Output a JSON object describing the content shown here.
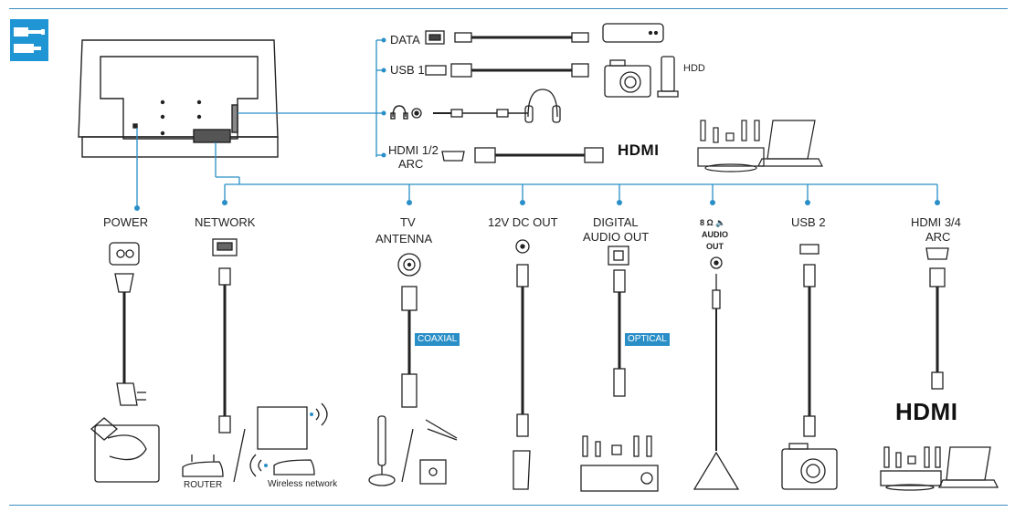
{
  "diagram": {
    "top_ports": {
      "data": "DATA",
      "usb1": "USB 1",
      "hdmi12_line1": "HDMI 1/2",
      "hdmi12_line2": "ARC",
      "hdd": "HDD"
    },
    "bottom_ports": {
      "power": "POWER",
      "network": "NETWORK",
      "tv_antenna_line1": "TV",
      "tv_antenna_line2": "ANTENNA",
      "dc_out": "12V DC OUT",
      "digital_audio_line1": "DIGITAL",
      "digital_audio_line2": "AUDIO OUT",
      "audio_out_line1": "8 Ω 🔈",
      "audio_out_line2": "AUDIO",
      "audio_out_line3": "OUT",
      "usb2": "USB 2",
      "hdmi34_line1": "HDMI 3/4",
      "hdmi34_line2": "ARC"
    },
    "cable_tags": {
      "coaxial": "COAXIAL",
      "optical": "OPTICAL"
    },
    "device_labels": {
      "router": "ROUTER",
      "wireless": "Wireless network"
    },
    "logos": {
      "hdmi_small": "HDMI",
      "hdmi_large": "HDMI"
    },
    "colors": {
      "accent": "#1f95d4",
      "line": "#3b8fbf",
      "dark": "#222222"
    }
  }
}
